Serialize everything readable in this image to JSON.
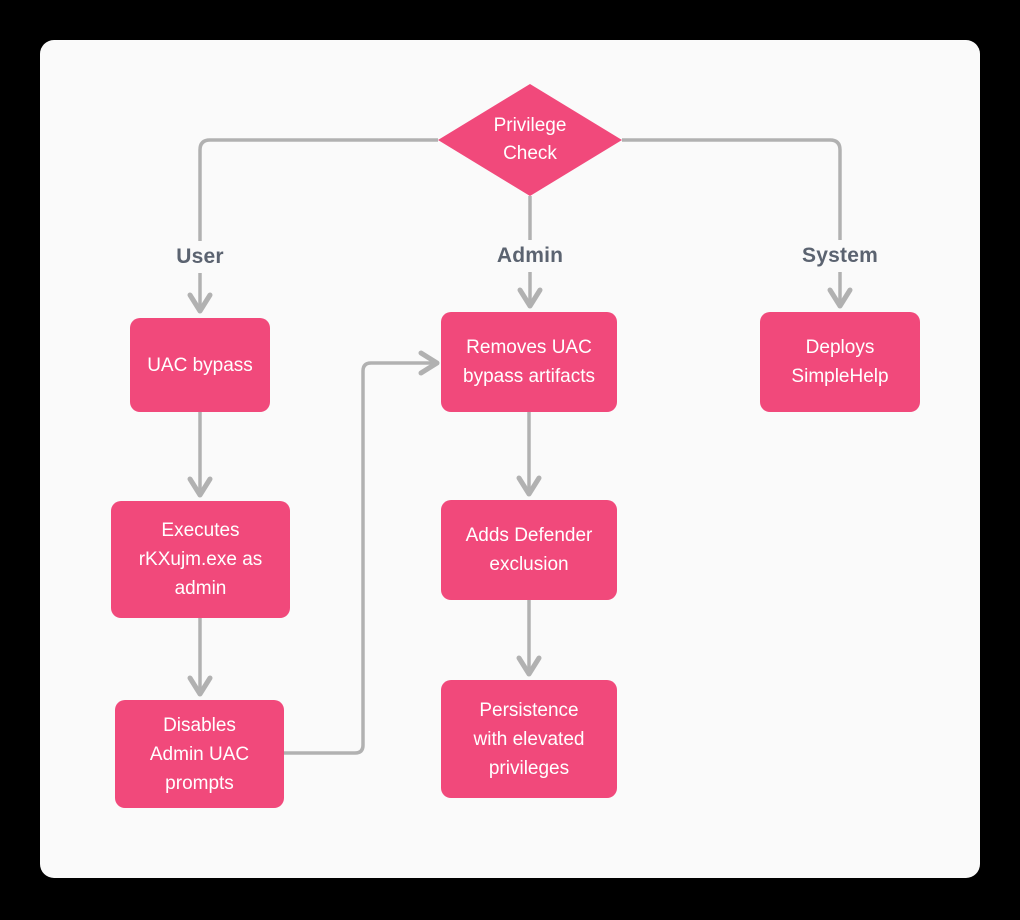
{
  "colors": {
    "background": "#000000",
    "panel": "#FAFAFA",
    "node_fill": "#F1497B",
    "node_text": "#FFFFFF",
    "connector": "#B1B1B1",
    "branch_label_text": "#5B6370"
  },
  "diagram": {
    "decision": {
      "label": [
        "Privilege",
        "Check"
      ]
    },
    "branch_labels": {
      "user": "User",
      "admin": "Admin",
      "system": "System"
    },
    "nodes": {
      "uac_bypass": [
        "UAC bypass"
      ],
      "executes_rkxujm": [
        "Executes",
        "rKXujm.exe as",
        "admin"
      ],
      "disables_prompts": [
        "Disables",
        "Admin UAC",
        "prompts"
      ],
      "removes_artifacts": [
        "Removes UAC",
        "bypass artifacts"
      ],
      "defender_exclusion": [
        "Adds Defender",
        "exclusion"
      ],
      "persistence": [
        "Persistence",
        "with elevated",
        "privileges"
      ],
      "deploys_simplehelp": [
        "Deploys",
        "SimpleHelp"
      ]
    }
  }
}
